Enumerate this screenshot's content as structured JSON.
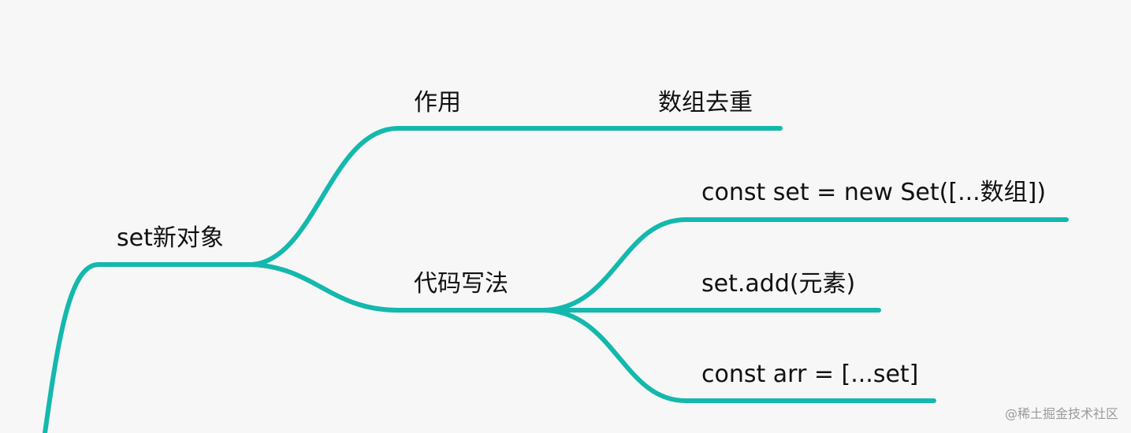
{
  "mindmap": {
    "branch_color": "#14b8ad",
    "root": {
      "label": "set新对象"
    },
    "children": [
      {
        "label": "作用",
        "children": [
          {
            "label": "数组去重"
          }
        ]
      },
      {
        "label": "代码写法",
        "children": [
          {
            "label": "const set = new Set([...数组])"
          },
          {
            "label": "set.add(元素)"
          },
          {
            "label": "const arr = [...set]"
          }
        ]
      }
    ]
  },
  "watermark": "@稀土掘金技术社区"
}
